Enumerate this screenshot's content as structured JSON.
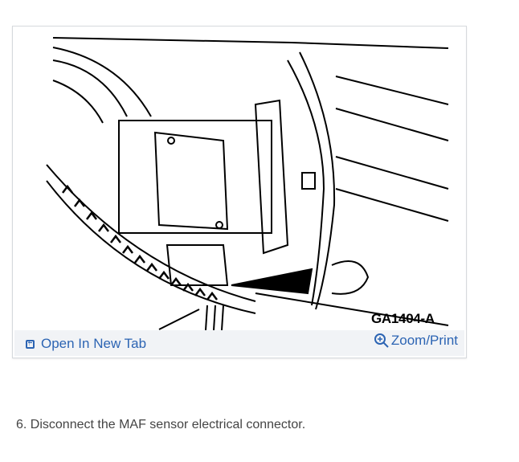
{
  "figure": {
    "label": "GA1404-A"
  },
  "actions": {
    "open_new_tab": "Open In New Tab",
    "zoom_print": "Zoom/Print"
  },
  "colors": {
    "link": "#2c64b3",
    "bar": "#f1f3f6"
  },
  "step": {
    "text": "6. Disconnect the MAF sensor electrical connector."
  }
}
